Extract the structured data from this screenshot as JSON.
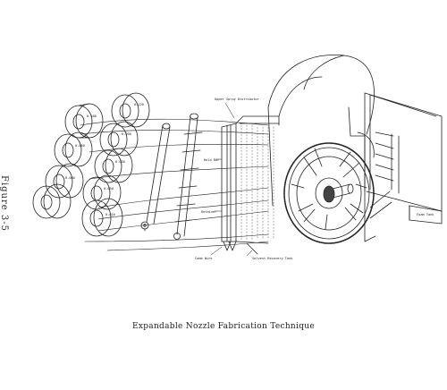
{
  "figure_label": "Figure 3-5",
  "caption": "Expandable Nozzle Fabrication Technique",
  "labels": {
    "upper_spray": "Upper Spray Distributor",
    "retainer": "Retainer",
    "hold_bar": "Hold Bar",
    "comb_wire": "Comb Wire",
    "solvent_tank": "Solvent Recovery Tank",
    "foam_tank": "Foam Tank"
  },
  "spools": [
    {
      "label": "0.180"
    },
    {
      "label": "0.120"
    },
    {
      "label": "0.090"
    },
    {
      "label": "0.060"
    },
    {
      "label": "0.030"
    },
    {
      "label": "0.060"
    },
    {
      "label": "0.030"
    },
    {
      "label": "0.010"
    }
  ]
}
